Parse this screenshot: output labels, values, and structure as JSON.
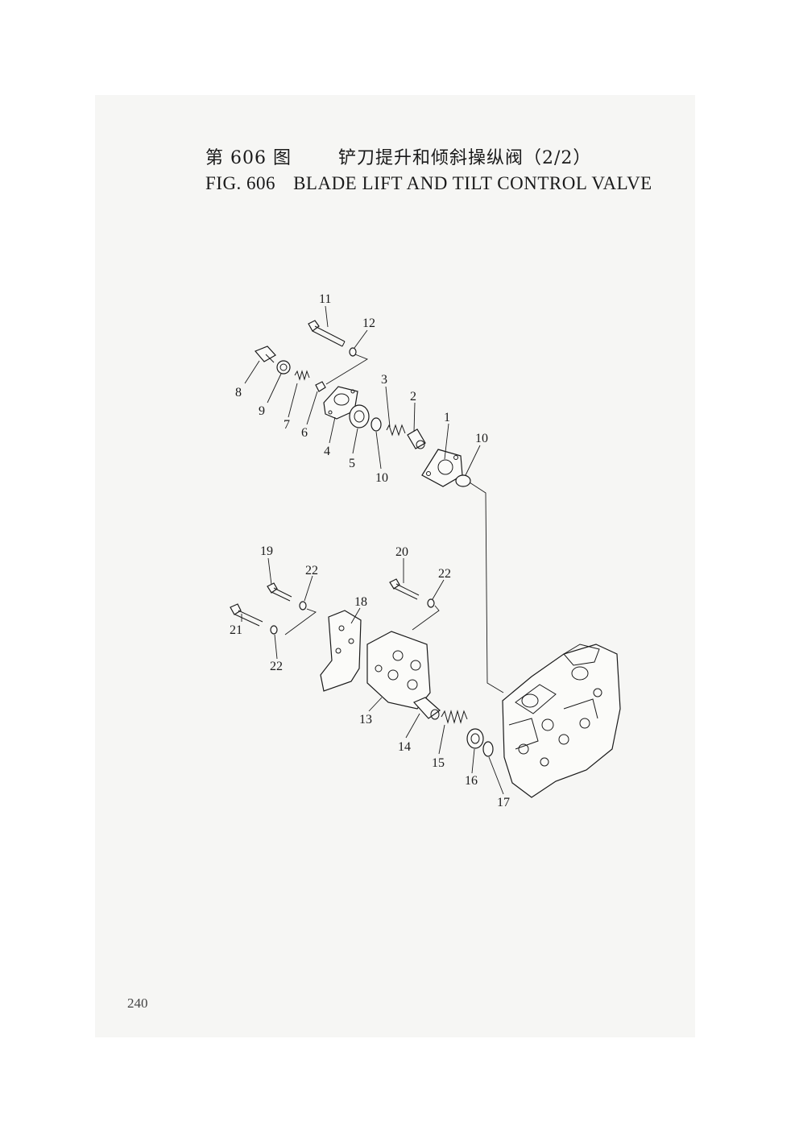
{
  "figure": {
    "number_cn": "第 606 图",
    "title_cn": "铲刀提升和倾斜操纵阀（2/2）",
    "number_en": "FIG. 606",
    "title_en": "BLADE LIFT AND TILT CONTROL VALVE"
  },
  "callouts": [
    "11",
    "12",
    "8",
    "9",
    "7",
    "6",
    "4",
    "5",
    "3",
    "10",
    "2",
    "1",
    "10",
    "19",
    "22",
    "20",
    "22",
    "18",
    "21",
    "22",
    "13",
    "14",
    "15",
    "16",
    "17"
  ],
  "page_number": "240"
}
